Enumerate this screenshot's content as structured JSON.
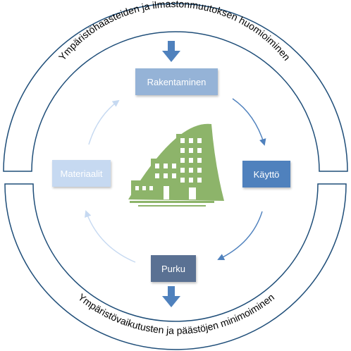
{
  "diagram": {
    "outer_top_label": "Ympäristöhaasteiden ja ilmastonmuutoksen huomioiminen",
    "outer_bottom_label": "Ympäristövaikutusten ja päästöjen minimoiminen",
    "nodes": {
      "top": "Rakentaminen",
      "right": "Käyttö",
      "bottom": "Purku",
      "left": "Materiaalit"
    },
    "colors": {
      "ring_stroke": "#1f4e79",
      "arrow_blue": "#4f81bd",
      "arrow_right_side": "#4f81bd",
      "arrow_left_side": "#c6d9f1",
      "building_green": "#8db46a"
    },
    "center_icon": "green-building-icon"
  }
}
